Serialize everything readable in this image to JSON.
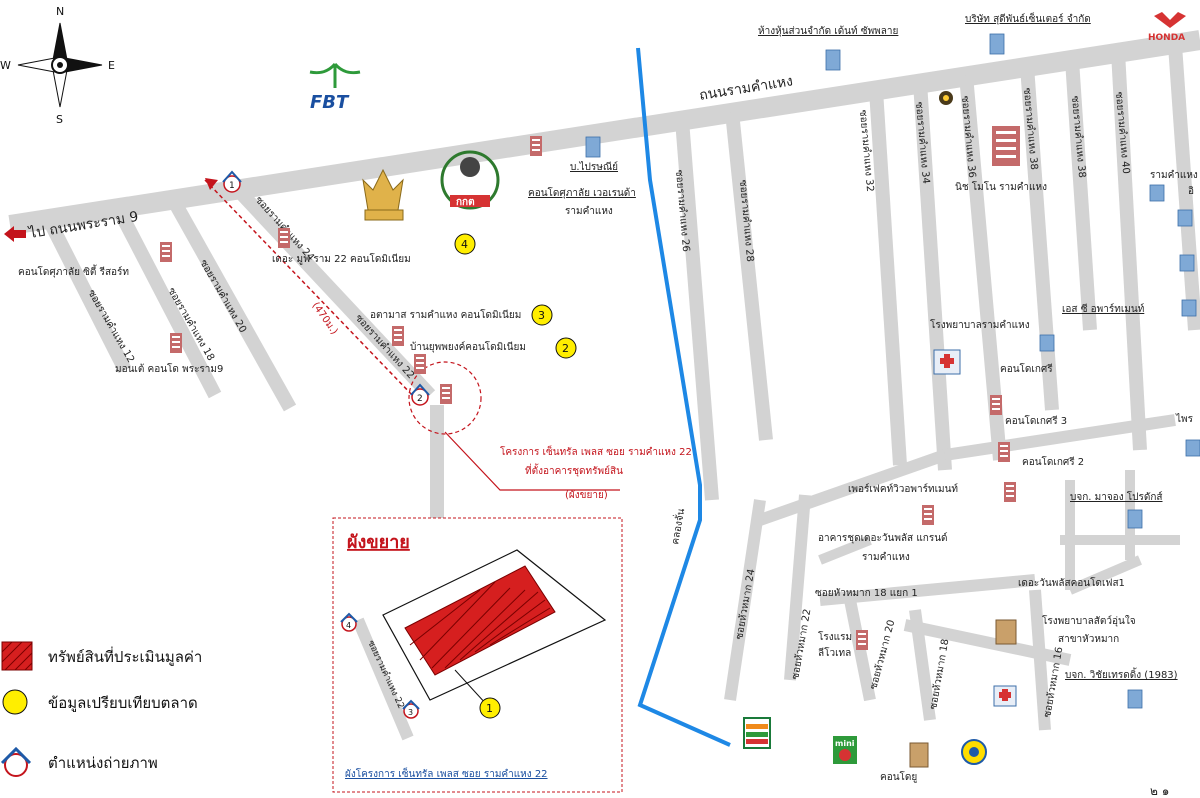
{
  "compass": {
    "n": "N",
    "s": "S",
    "e": "E",
    "w": "W"
  },
  "logos": {
    "fbt": "FBT",
    "honda": "HONDA",
    "seal": "กกต",
    "mini": "mini"
  },
  "roads": {
    "main_road": "ถนนรามคำแหง",
    "to_rama9": "ไป ถนนพระราม 9",
    "soi_12": "ซอยรามคำแหง 12",
    "soi_18": "ซอยรามคำแหง 18",
    "soi_20": "ซอยรามคำแหง 20",
    "soi_22": "ซอยรามคำแหง 22",
    "soi_24": "ซอยรามคำแหง 24",
    "soi_26": "ซอยรามคำแหง 26",
    "soi_28": "ซอยรามคำแหง 28",
    "soi_32": "ซอยรามคำแหง 32",
    "soi_34": "ซอยรามคำแหง 34",
    "soi_36": "ซอยรามคำแหง 36",
    "soi_38": "ซอยรามคำแหง 38",
    "soi_40": "ซอยรามคำแหง 40",
    "canal": "คลองจั่น",
    "hm_24": "ซอยหัวหมาก 24",
    "hm_22": "ซอยหัวหมาก 22",
    "hm_20": "ซอยหัวหมาก 20",
    "hm_18": "ซอยหัวหมาก 18",
    "hm_16": "ซอยหัวหมาก 16",
    "hm_18_1": "ซอยหัวหมาก 18 แยก 1",
    "distance": "(470ม.)"
  },
  "places": {
    "dentsupply": "ห้างหุ้นส่วนจำกัด เด้นท์ ซัพพลาย",
    "sudhiphan": "บริษัท สุดีพันธ์เซ็นเตอร์ จำกัด",
    "post": "บ.ไปรษณีย์",
    "sukhala_river": "คอนโดศุภาลัย เวอเรนด้า",
    "sukhala_river2": "รามคำแหง",
    "the_muse": "เดอะ มูฟ ราม 22 คอนโดมิเนียม",
    "supalai_city": "คอนโดศุภาลัย ซิตี้ รีสอร์ท",
    "monte": "มอนเต้ คอนโด พระราม9",
    "lumpini": "อตามาส รามคำแหง คอนโดมิเนียม",
    "baan": "บ้านยุพพยงค์คอนโดมิเนียม",
    "nida": "นิช โมโน รามคำแหง",
    "hospital": "โรงพยาบาลรามคำแหง",
    "hs_apt": "เอส ซี อพาร์ทเมนท์",
    "condo1": "คอนโดเกศรี",
    "condo3": "คอนโดเกศรี 3",
    "condo2": "คอนโดเกศรี 2",
    "perfect": "เพอร์เฟคท์วิวอพาร์ทเมนท์",
    "aakan1": "อาคารชุดเดอะวันพลัส แกรนด์",
    "aakan2": "รามคำแหง",
    "oneplus": "เดอะวันพลัสคอนโดเฟส1",
    "hosp_pet1": "โรงพยาบาลสัตว์อุ่นใจ",
    "hosp_pet2": "สาขาหัวหมาก",
    "hotel1": "โรงแรม",
    "hotel2": "ลีโวเทล",
    "mangon": "บจก. มาจอง โปรดักส์",
    "wichai": "บจก. วิชัยเทรดดิ้ง (1983)",
    "condo_bottom": "คอนโดยู",
    "right1": "รามคำแหง",
    "right2": "อิ",
    "right3": "ไพร"
  },
  "project": {
    "line1": "โครงการ เซ็นทรัล เพลส ซอย รามคำแหง 22",
    "line2": "ที่ตั้งอาคารชุดทรัพย์สิน",
    "line3": "(ผังขยาย)"
  },
  "inset": {
    "title": "ผังขยาย",
    "road": "ซอยรามคำแหง 22",
    "caption": "ผังโครงการ เซ็นทรัล เพลส ซอย รามคำแหง 22"
  },
  "markers": {
    "m1": "1",
    "m2": "2",
    "m3": "3",
    "m4": "4"
  },
  "legend": {
    "asset": "ทรัพย์สินที่ประเมินมูลค่า",
    "market": "ข้อมูลเปรียบเทียบตลาด",
    "photo": "ตำแหน่งถ่ายภาพ"
  },
  "page_mark": "๒ ๑",
  "colors": {
    "road": "#d0d0d0",
    "canal": "#1e88e5",
    "accent": "#c4141c",
    "marker": "#ffee00"
  }
}
